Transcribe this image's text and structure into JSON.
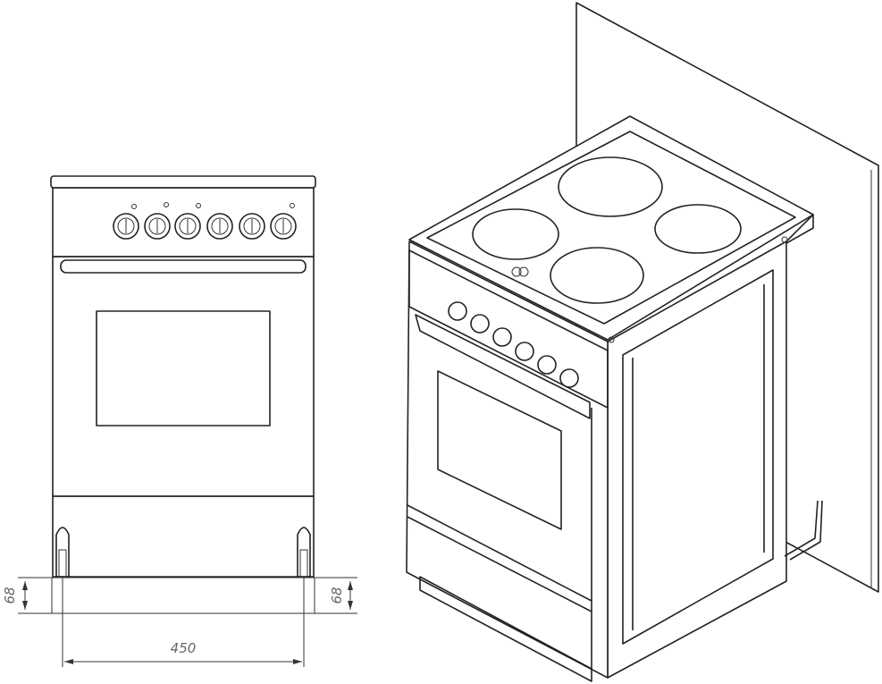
{
  "drawing": {
    "front_view": {
      "knob_count": 6,
      "dimensions": {
        "left_height": "68",
        "right_height": "68",
        "width": "450"
      }
    },
    "isometric_view": {
      "burner_count": 4,
      "knob_count": 6
    },
    "colors": {
      "line": "#222222",
      "dimension": "#666666",
      "background": "#ffffff"
    }
  }
}
